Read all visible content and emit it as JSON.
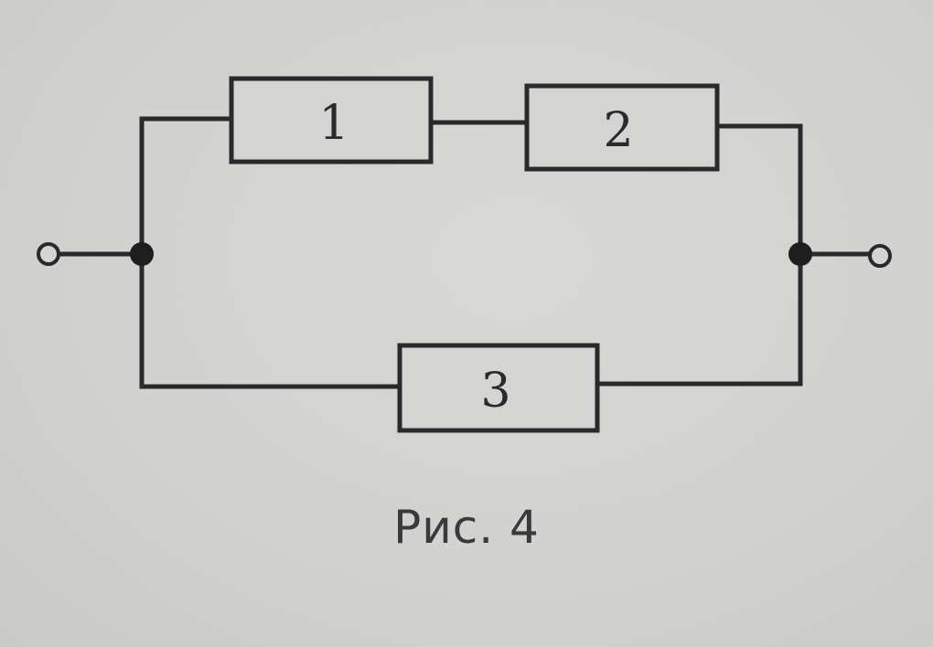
{
  "circuit": {
    "resistors": [
      {
        "label": "1"
      },
      {
        "label": "2"
      },
      {
        "label": "3"
      }
    ]
  },
  "caption": "Рис. 4",
  "colors": {
    "background": "#d3d3d1",
    "ink": "#2a2a2a"
  }
}
